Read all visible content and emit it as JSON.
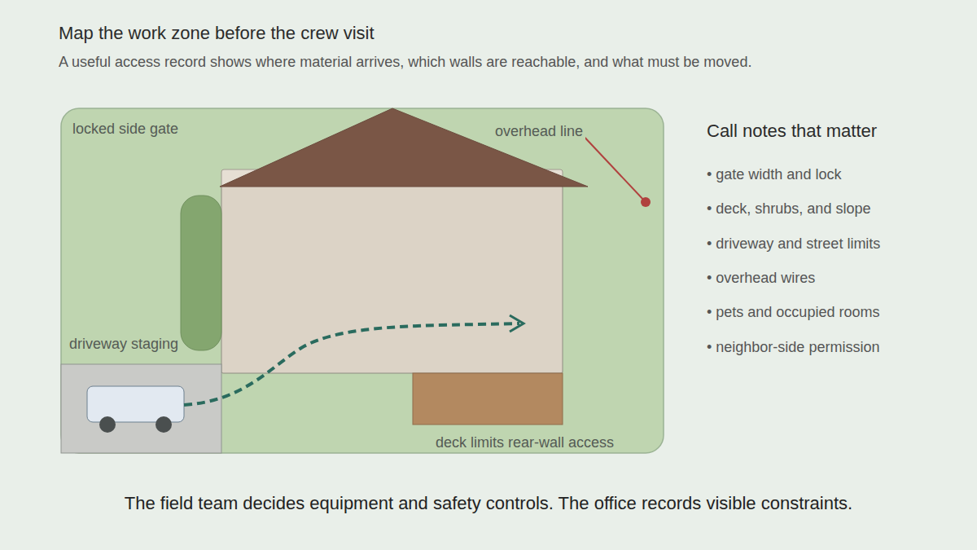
{
  "diagram": {
    "title": "Map the work zone before the crew visit",
    "caption": "The field team decides equipment and safety controls. The office records visible constraints.",
    "nodes": [
      {
        "text": [
          "locked side gate",
          "overhead line",
          "deck limits rear-wall access"
        ]
      },
      {
        "text": [
          "driveway staging"
        ],
        "in": 0
      }
    ],
    "labels": [
      "A useful access record shows where material arrives, which walls are reachable, and what must be moved.",
      "Call notes that matter",
      "• gate width and lock",
      "• deck, shrubs, and slope",
      "• driveway and street limits",
      "• overhead wires",
      "• pets and occupied rooms",
      "• neighbor-side permission"
    ]
  }
}
